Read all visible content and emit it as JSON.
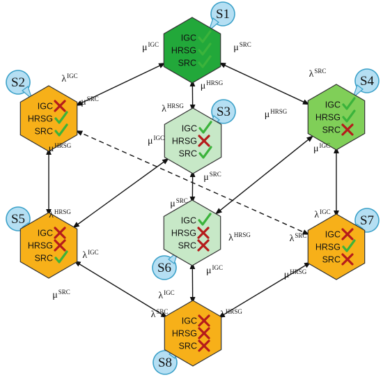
{
  "colors": {
    "all_up": "#22a83a",
    "partial_up": "#80cf58",
    "transitional": "#c7e8c7",
    "down": "#f7b019",
    "tag": "#b5dff3",
    "tag_border": "#3aa0c8",
    "check": "#3bb33b",
    "cross": "#b51b1b"
  },
  "components": [
    "IGC",
    "HRSG",
    "SRC"
  ],
  "states": [
    {
      "id": "S1",
      "fill": "all_up",
      "status": [
        "ok",
        "ok",
        "ok"
      ]
    },
    {
      "id": "S2",
      "fill": "down",
      "status": [
        "fail",
        "ok",
        "ok"
      ]
    },
    {
      "id": "S3",
      "fill": "transitional",
      "status": [
        "ok",
        "fail",
        "ok"
      ]
    },
    {
      "id": "S4",
      "fill": "partial_up",
      "status": [
        "ok",
        "ok",
        "fail"
      ]
    },
    {
      "id": "S5",
      "fill": "down",
      "status": [
        "fail",
        "fail",
        "ok"
      ]
    },
    {
      "id": "S6",
      "fill": "transitional",
      "status": [
        "ok",
        "fail",
        "fail"
      ]
    },
    {
      "id": "S7",
      "fill": "down",
      "status": [
        "fail",
        "ok",
        "fail"
      ]
    },
    {
      "id": "S8",
      "fill": "down",
      "status": [
        "fail",
        "fail",
        "fail"
      ]
    }
  ],
  "transitions": [
    {
      "from": "S1",
      "to": "S2",
      "style": "solid"
    },
    {
      "from": "S1",
      "to": "S3",
      "style": "solid"
    },
    {
      "from": "S1",
      "to": "S4",
      "style": "solid"
    },
    {
      "from": "S2",
      "to": "S5",
      "style": "solid"
    },
    {
      "from": "S2",
      "to": "S7",
      "style": "dashed"
    },
    {
      "from": "S3",
      "to": "S5",
      "style": "solid"
    },
    {
      "from": "S3",
      "to": "S6",
      "style": "solid"
    },
    {
      "from": "S4",
      "to": "S6",
      "style": "solid"
    },
    {
      "from": "S4",
      "to": "S7",
      "style": "solid"
    },
    {
      "from": "S5",
      "to": "S8",
      "style": "solid"
    },
    {
      "from": "S6",
      "to": "S8",
      "style": "solid"
    },
    {
      "from": "S7",
      "to": "S8",
      "style": "solid"
    }
  ],
  "rate_labels": [
    {
      "base": "μ",
      "sub": "IGC"
    },
    {
      "base": "μ",
      "sub": "SRC"
    },
    {
      "base": "λ",
      "sub": "IGC"
    },
    {
      "base": "μ",
      "sub": "SRC"
    },
    {
      "base": "μ",
      "sub": "HRSG"
    },
    {
      "base": "λ",
      "sub": "SRC"
    },
    {
      "base": "λ",
      "sub": "HRSG"
    },
    {
      "base": "μ",
      "sub": "IGC"
    },
    {
      "base": "μ",
      "sub": "HRSG"
    },
    {
      "base": "μ",
      "sub": "HRSG"
    },
    {
      "base": "μ",
      "sub": "SRC"
    },
    {
      "base": "μ",
      "sub": "IGC"
    },
    {
      "base": "λ",
      "sub": "HRSG"
    },
    {
      "base": "μ",
      "sub": "SRC"
    },
    {
      "base": "λ",
      "sub": "HRSG"
    },
    {
      "base": "λ",
      "sub": "IGC"
    },
    {
      "base": "λ",
      "sub": "IGC"
    },
    {
      "base": "λ",
      "sub": "SRC"
    },
    {
      "base": "μ",
      "sub": "IGC"
    },
    {
      "base": "μ",
      "sub": "HRSG"
    },
    {
      "base": "μ",
      "sub": "SRC"
    },
    {
      "base": "λ",
      "sub": "SRC"
    },
    {
      "base": "λ",
      "sub": "IGC"
    },
    {
      "base": "λ",
      "sub": "HRSG"
    }
  ]
}
